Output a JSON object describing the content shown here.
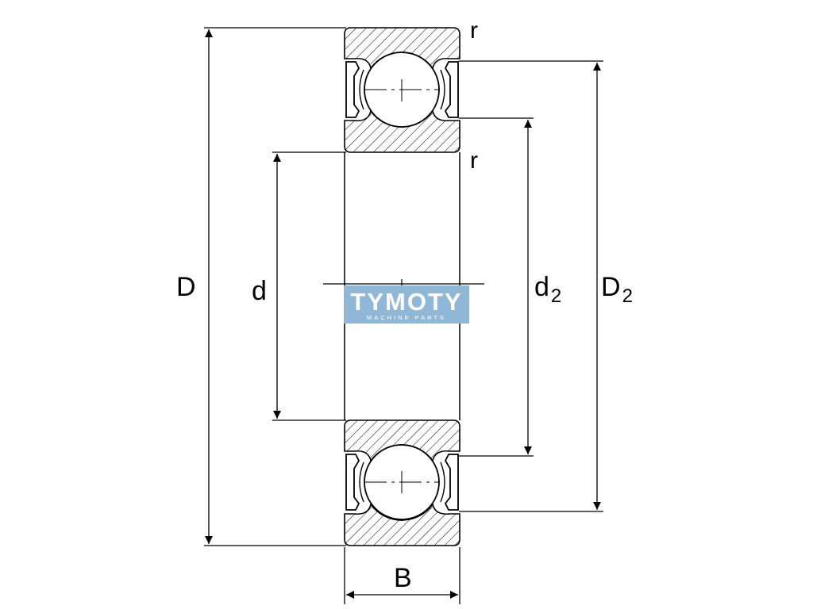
{
  "labels": {
    "outer_diameter": "D",
    "bore_diameter": "d",
    "inner_ring_shoulder": {
      "base": "d",
      "subscript": "2"
    },
    "outer_ring_shoulder": {
      "base": "D",
      "subscript": "2"
    },
    "width": "B",
    "chamfer_top": "r",
    "chamfer_bottom": "r"
  },
  "watermark": {
    "title": "TYMOTY",
    "subtitle": "MACHINE PARTS",
    "color": "#8fb8d8"
  },
  "colors": {
    "line": "#000000",
    "background": "#ffffff"
  }
}
